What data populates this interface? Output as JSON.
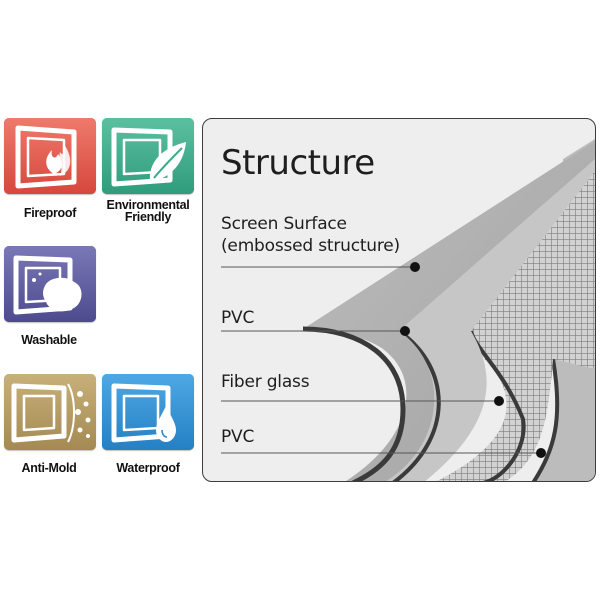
{
  "colors": {
    "fireproof": "#e2574c",
    "environmental": "#3bab8a",
    "washable": "#5c5a9d",
    "antimold": "#b49a62",
    "waterproof": "#2f8fd1",
    "panel_bg": "#eeeeee"
  },
  "features": [
    {
      "label": "Fireproof",
      "icon": "flame-window-icon"
    },
    {
      "label": "Environmental Friendly",
      "icon": "leaf-window-icon"
    },
    {
      "label": "Washable",
      "icon": "sponge-window-icon"
    },
    {
      "label": "Anti-Mold",
      "icon": "spores-window-icon"
    },
    {
      "label": "Waterproof",
      "icon": "droplet-window-icon"
    }
  ],
  "structure": {
    "title": "Structure",
    "layers": [
      {
        "line1": "Screen Surface",
        "line2": "(embossed structure)"
      },
      {
        "line1": "PVC"
      },
      {
        "line1": "Fiber glass"
      },
      {
        "line1": "PVC"
      }
    ]
  }
}
